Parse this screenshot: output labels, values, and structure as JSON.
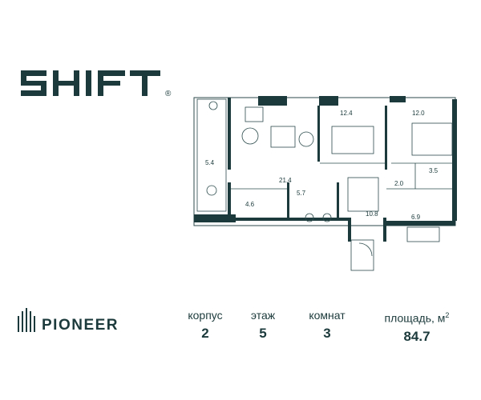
{
  "brand": {
    "name": "SHIFT",
    "mark": "®"
  },
  "developer": {
    "name": "PIONEER",
    "logo_icon": "bars-logo-icon"
  },
  "stats": {
    "building": {
      "label": "корпус",
      "value": "2"
    },
    "floor": {
      "label": "этаж",
      "value": "5"
    },
    "rooms": {
      "label": "комнат",
      "value": "3"
    },
    "area": {
      "label": "площадь, м",
      "unit_sup": "2",
      "value": "84.7"
    }
  },
  "plan": {
    "rooms": [
      {
        "id": "loggia",
        "area": "5.4"
      },
      {
        "id": "living",
        "area": "21.4"
      },
      {
        "id": "bedroom-1",
        "area": "12.4"
      },
      {
        "id": "bedroom-2",
        "area": "12.0"
      },
      {
        "id": "wardrobe",
        "area": "3.5"
      },
      {
        "id": "corridor",
        "area": "2.0"
      },
      {
        "id": "hall-small",
        "area": "4.6"
      },
      {
        "id": "bath-1",
        "area": "5.7"
      },
      {
        "id": "hall",
        "area": "10.8"
      },
      {
        "id": "bath-2",
        "area": "6.9"
      }
    ]
  },
  "colors": {
    "wall": "#1c3a3b",
    "line": "#2c4a4b",
    "accent": "#1c3a3b"
  }
}
